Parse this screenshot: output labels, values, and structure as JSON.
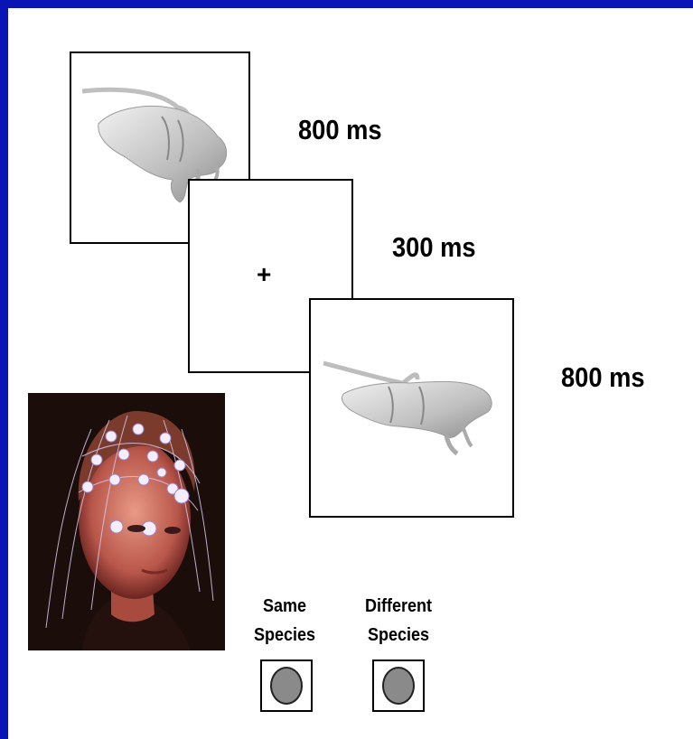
{
  "timings": {
    "first_stimulus": "800 ms",
    "fixation": "300 ms",
    "second_stimulus": "800 ms"
  },
  "fixation_symbol": "+",
  "responses": {
    "same_line1": "Same",
    "same_line2": "Species",
    "different_line1": "Different",
    "different_line2": "Species"
  },
  "colors": {
    "slide_border": "#0a14b4",
    "button_fill": "#8a8a8a",
    "photo_background": "#1a0d0a"
  },
  "icons": {
    "first_stimulus": "creature-head-icon",
    "second_stimulus": "creature-profile-icon",
    "photo": "eeg-net-participant-image",
    "response_button": "round-response-button-icon"
  }
}
